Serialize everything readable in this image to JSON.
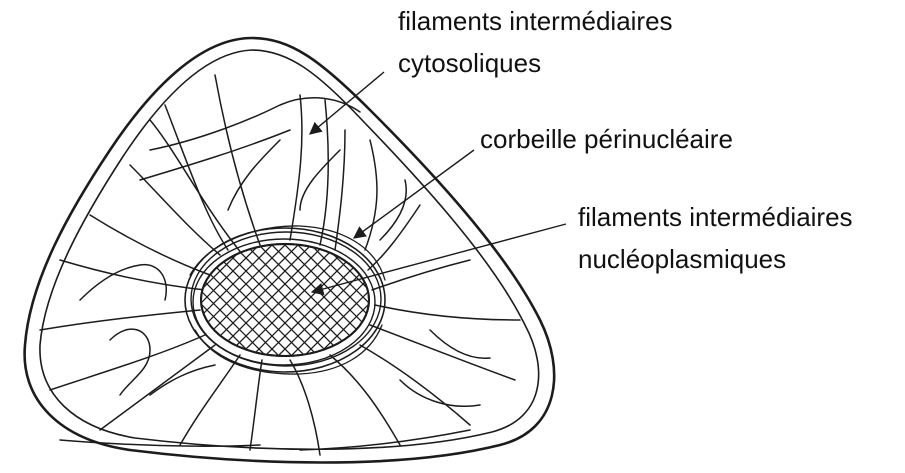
{
  "labels": {
    "cyto_line1": "filaments intermédiaires",
    "cyto_line2": "cytosoliques",
    "corbeille": "corbeille périnucléaire",
    "nucleo_line1": "filaments intermédiaires",
    "nucleo_line2": "nucléoplasmiques"
  },
  "colors": {
    "ink": "#1c1c1c",
    "background": "#ffffff"
  }
}
